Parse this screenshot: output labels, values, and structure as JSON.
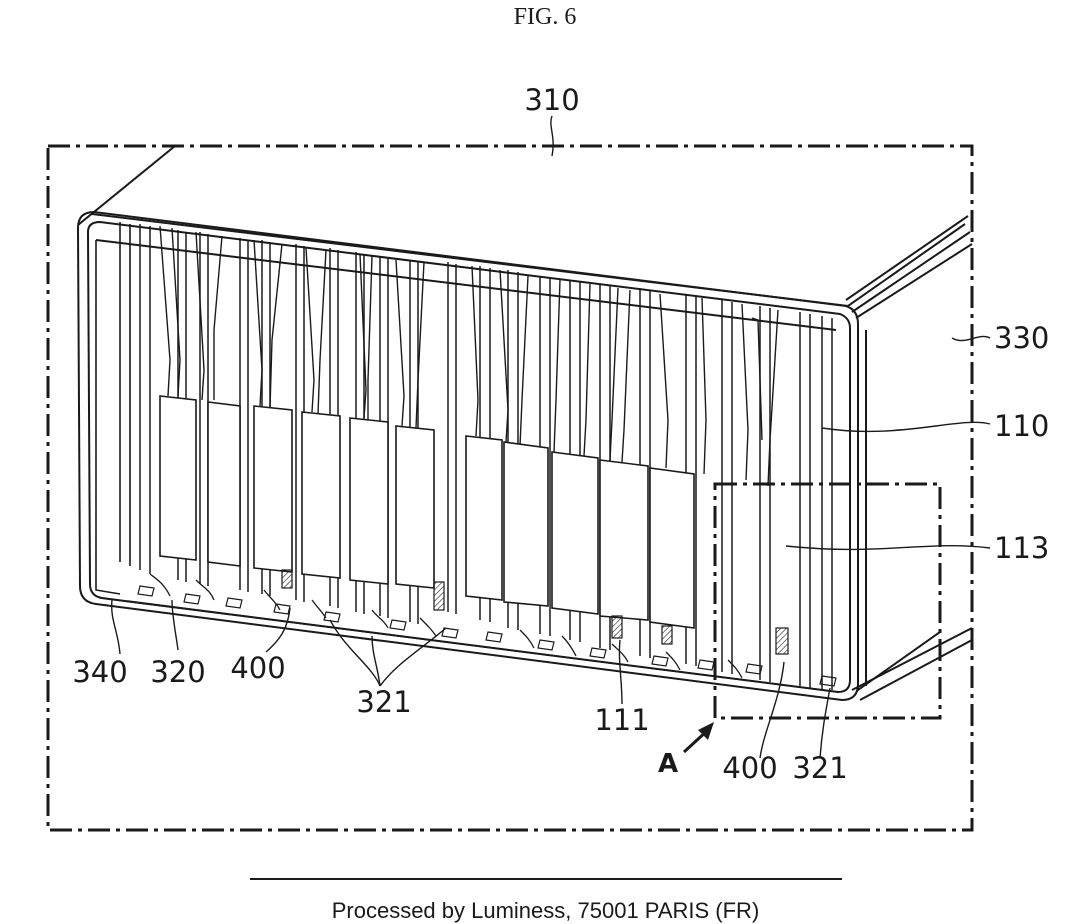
{
  "figure": {
    "title": "FIG. 6",
    "footer": "Processed by Luminess, 75001 PARIS (FR)"
  },
  "labels": {
    "l310": "310",
    "l330": "330",
    "l110": "110",
    "l113": "113",
    "l340": "340",
    "l320": "320",
    "l400a": "400",
    "l321a": "321",
    "l111": "111",
    "lA": "A",
    "l400b": "400",
    "l321b": "321"
  }
}
